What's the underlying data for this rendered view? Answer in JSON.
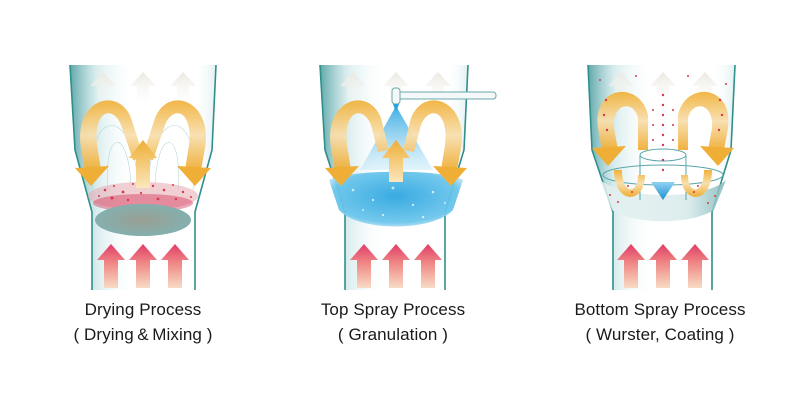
{
  "diagram": {
    "colors": {
      "vessel_outline": "#2f8f8a",
      "vessel_wall_shade": "#5aa6a8",
      "circulation_arrow": "#f0b440",
      "air_inlet_arrow_top": "#e0406a",
      "air_inlet_arrow_bottom": "#f6d2b8",
      "exhaust_arrow": "#efeee8",
      "particles_red": "#d8384e",
      "bed_gray": "#8fa8a6",
      "spray_blue": "#2ea7e0",
      "granule_blue": "#3ab3e6"
    },
    "panels": [
      {
        "id": "drying",
        "title": "Drying Process",
        "subtitle": "( Drying & Mixing )",
        "bed": "red-gray particle bed",
        "spray": "none"
      },
      {
        "id": "top-spray",
        "title": "Top Spray Process",
        "subtitle": "( Granulation )",
        "bed": "blue granule bed",
        "spray": "top nozzle spraying downward"
      },
      {
        "id": "bottom-spray",
        "title": "Bottom Spray Process",
        "subtitle": "( Wurster, Coating )",
        "bed": "sparse red particles",
        "spray": "bottom nozzle spraying upward inside Wurster column"
      }
    ]
  }
}
